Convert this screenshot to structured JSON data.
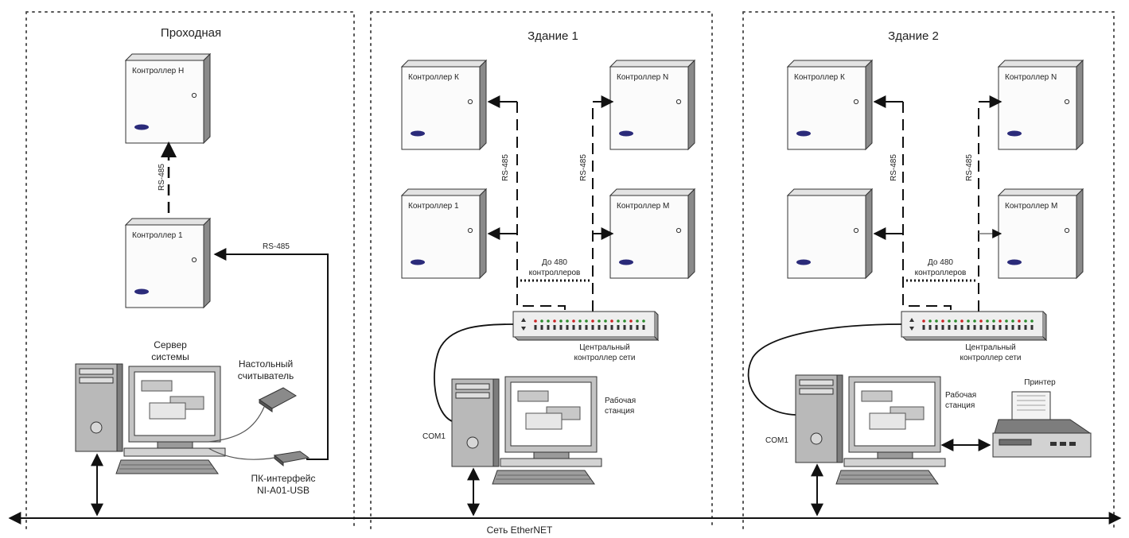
{
  "zones": [
    {
      "id": "prokhodnaya",
      "title": "Проходная"
    },
    {
      "id": "building1",
      "title": "Здание 1"
    },
    {
      "id": "building2",
      "title": "Здание 2"
    }
  ],
  "controllers": {
    "p_h": "Контроллер Н",
    "p_1": "Контроллер 1",
    "b1_k": "Контроллер К",
    "b1_n": "Контроллер N",
    "b1_1": "Контроллер 1",
    "b1_m": "Контроллер М",
    "b2_k": "Контроллер К",
    "b2_n": "Контроллер N",
    "b2_m": "Контроллер М"
  },
  "bus_label": "RS-485",
  "bus_label_short": "RS-485",
  "server": {
    "line1": "Сервер",
    "line2": "системы"
  },
  "reader": {
    "line1": "Настольный",
    "line2": "считыватель"
  },
  "interface": {
    "line1": "ПК-интерфейс",
    "line2": "NI-A01-USB"
  },
  "up_to": {
    "line1": "До 480",
    "line2": "контроллеров"
  },
  "central": {
    "line1": "Центральный",
    "line2": "контроллер сети"
  },
  "workstation": {
    "line1": "Рабочая",
    "line2": "станция"
  },
  "printer": "Принтер",
  "com_port": "COM1",
  "network": "Сеть EtherNET"
}
